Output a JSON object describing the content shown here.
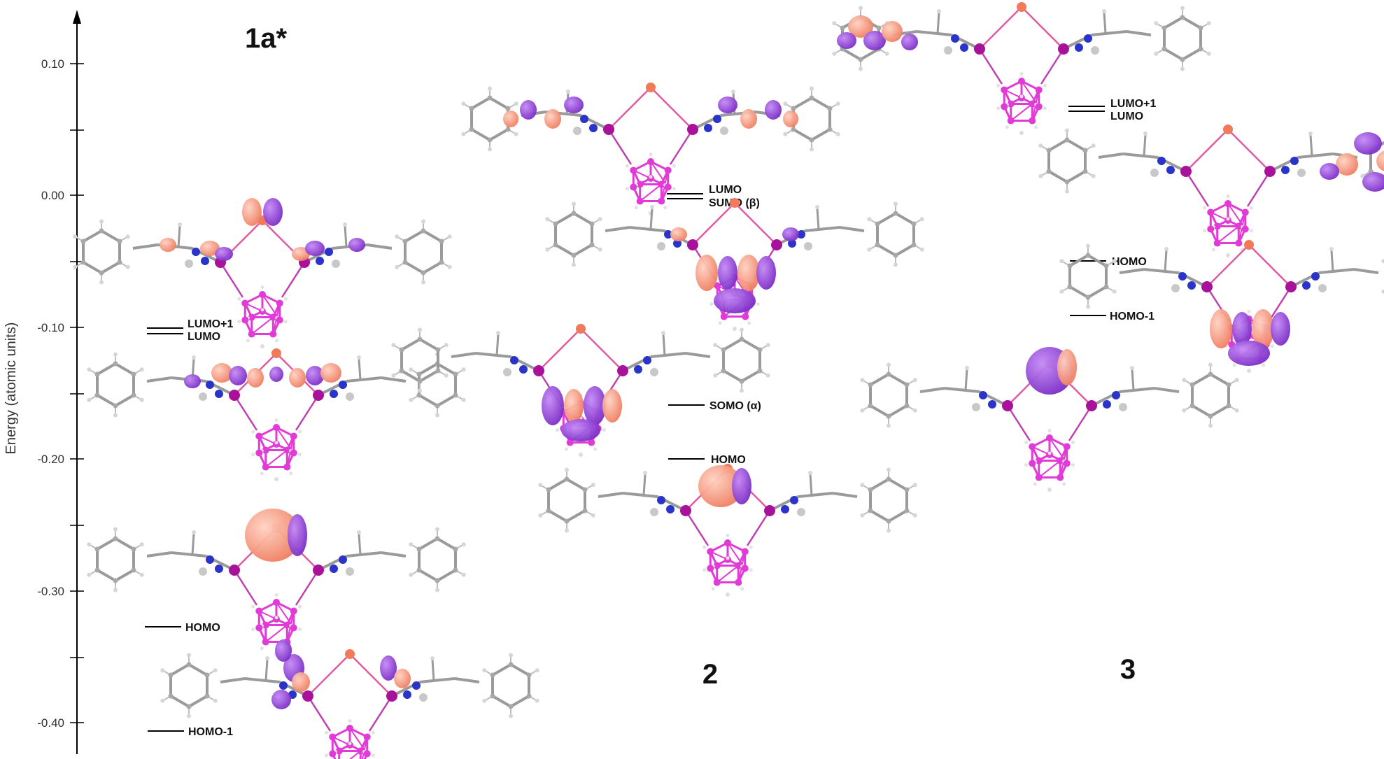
{
  "axis": {
    "title": "Energy (atomic units)",
    "ticks": [
      "0.10",
      "0.00",
      "-0.10",
      "-0.20",
      "-0.30",
      "-0.40"
    ]
  },
  "molecules": [
    {
      "title": "1a*",
      "levels": [
        {
          "label": "LUMO+1",
          "energy": -0.1
        },
        {
          "label": "LUMO",
          "energy": -0.104
        },
        {
          "label": "HOMO",
          "energy": -0.328
        },
        {
          "label": "HOMO-1",
          "energy": -0.407
        }
      ]
    },
    {
      "title": "2",
      "levels": [
        {
          "label": "LUMO",
          "energy": -0.001
        },
        {
          "label": "SUMO (β)",
          "energy": -0.004
        },
        {
          "label": "SOMO (α)",
          "energy": -0.159
        },
        {
          "label": "HOMO",
          "energy": -0.2
        }
      ]
    },
    {
      "title": "3",
      "levels": [
        {
          "label": "LUMO+1",
          "energy": 0.067
        },
        {
          "label": "LUMO",
          "energy": 0.064
        },
        {
          "label": "HOMO",
          "energy": -0.05
        },
        {
          "label": "HOMO-1",
          "energy": -0.092
        }
      ]
    }
  ],
  "colors": {
    "orbital_lobe_a": "#f28a6e",
    "orbital_lobe_b": "#8a38d6",
    "cluster_atom": "#e23ad6",
    "metal_atom": "#a8129a",
    "nitrogen_atom": "#2b34c8",
    "carbon_atom": "#a8a8a8",
    "oxygen_atom": "#f07a5a"
  }
}
